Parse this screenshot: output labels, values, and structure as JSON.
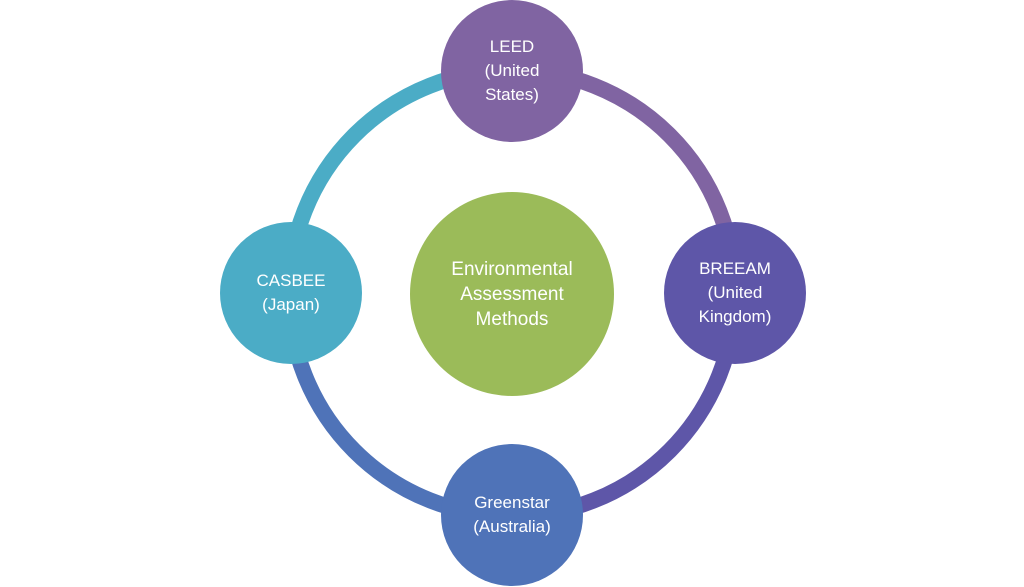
{
  "diagram": {
    "center": {
      "label": "Environmental\nAssessment\nMethods",
      "color": "#9BBB59"
    },
    "nodes": [
      {
        "id": "leed",
        "label": "LEED\n(United\nStates)",
        "color": "#8064A2"
      },
      {
        "id": "breeam",
        "label": "BREEAM\n(United\nKingdom)",
        "color": "#5E56A8"
      },
      {
        "id": "greenstar",
        "label": "Greenstar\n(Australia)",
        "color": "#4F73B8"
      },
      {
        "id": "casbee",
        "label": "CASBEE\n(Japan)",
        "color": "#4BACC6"
      }
    ],
    "ring_colors": {
      "top_to_right": "#8064A2",
      "right_to_bottom": "#5E56A8",
      "bottom_to_left": "#4F73B8",
      "left_to_top": "#4BACC6"
    }
  }
}
